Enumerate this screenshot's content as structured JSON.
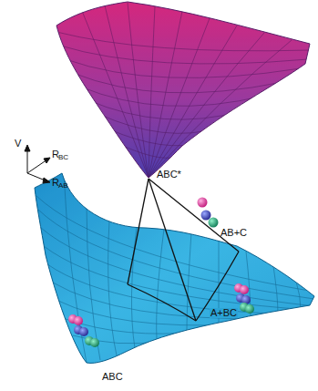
{
  "diagram": {
    "labels": [
      "V",
      "R",
      "BC",
      "R",
      "AB",
      "ABC*",
      "AB+C",
      "A+BC",
      "ABC"
    ]
  }
}
